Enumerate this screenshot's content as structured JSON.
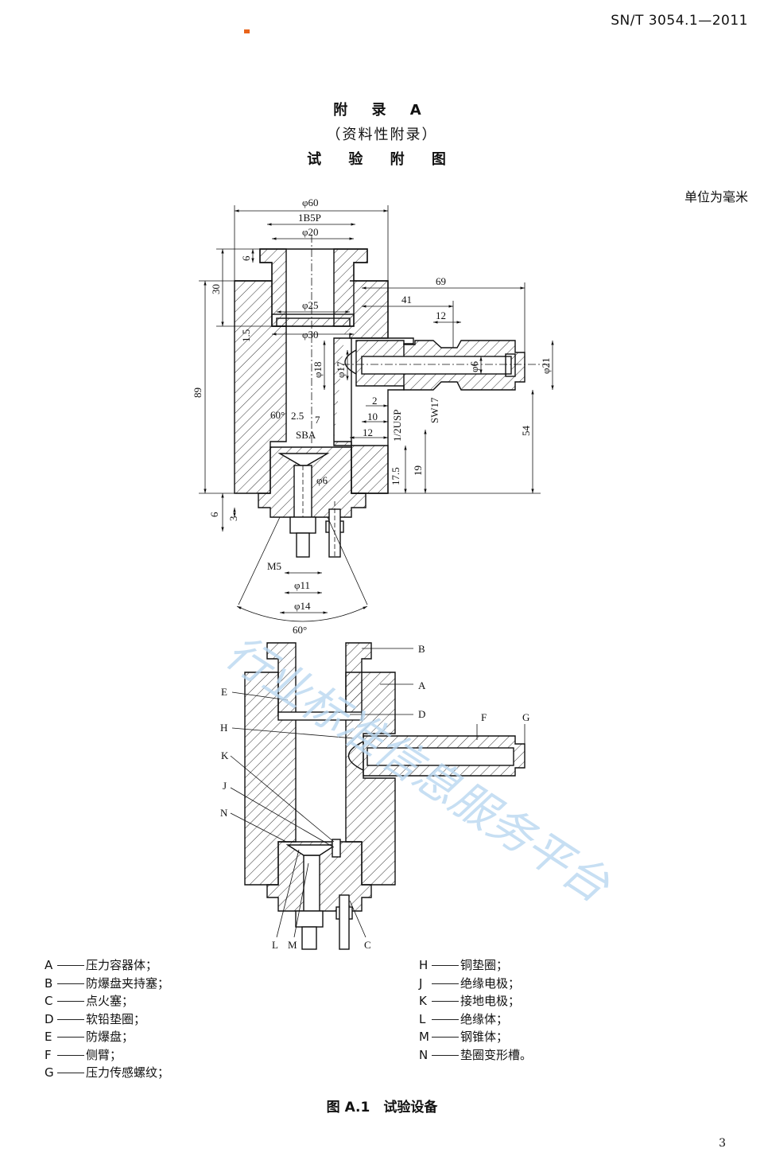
{
  "header": {
    "standard_no": "SN/T 3054.1—2011"
  },
  "appendix": {
    "title": "附 录 A",
    "type": "（资料性附录）",
    "name": "试 验 附 图"
  },
  "unit_note": "单位为毫米",
  "drawing_top": {
    "dims": {
      "d60": "φ60",
      "t1b5p": "1B5P",
      "d20": "φ20",
      "d25": "φ25",
      "d30": "φ30",
      "d18": "φ18",
      "d17": "φ17",
      "d6a": "φ6",
      "d21": "φ21",
      "d6b": "φ6",
      "d11": "φ11",
      "d14": "φ14",
      "m5": "M5",
      "v6": "6",
      "v30": "30",
      "v1_5": "1.5",
      "v89": "89",
      "v69": "69",
      "v41": "41",
      "v12a": "12",
      "v2": "2",
      "v10": "10",
      "v12b": "12",
      "usp": "1/2USP",
      "sw17": "SW17",
      "v54": "54",
      "v17_5": "17.5",
      "v19": "19",
      "a60a": "60°",
      "v2_5": "2.5",
      "v7": "7",
      "sba": "SBA",
      "v6b": "6",
      "v3": "3",
      "a60b": "60°"
    }
  },
  "drawing_bottom": {
    "labels": {
      "B": "B",
      "A": "A",
      "E": "E",
      "D": "D",
      "H": "H",
      "F": "F",
      "G": "G",
      "K": "K",
      "J": "J",
      "N": "N",
      "L": "L",
      "M": "M",
      "C": "C"
    }
  },
  "legend_left": [
    {
      "key": "A",
      "text": "压力容器体；"
    },
    {
      "key": "B",
      "text": "防爆盘夹持塞；"
    },
    {
      "key": "C",
      "text": "点火塞；"
    },
    {
      "key": "D",
      "text": "软铅垫圈；"
    },
    {
      "key": "E",
      "text": "防爆盘；"
    },
    {
      "key": "F",
      "text": "侧臂；"
    },
    {
      "key": "G",
      "text": "压力传感螺纹；"
    }
  ],
  "legend_right": [
    {
      "key": "H",
      "text": "铜垫圈；"
    },
    {
      "key": "J",
      "text": "绝缘电极；"
    },
    {
      "key": "K",
      "text": "接地电极；"
    },
    {
      "key": "L",
      "text": "绝缘体；"
    },
    {
      "key": "M",
      "text": "钢锥体；"
    },
    {
      "key": "N",
      "text": "垫圈变形槽。"
    }
  ],
  "figure_caption": "图 A.1　试验设备",
  "page_number": "3",
  "watermark": "行业标准信息服务平台",
  "colors": {
    "mark": "#e8641b",
    "watermark": "#b9d7f0"
  }
}
